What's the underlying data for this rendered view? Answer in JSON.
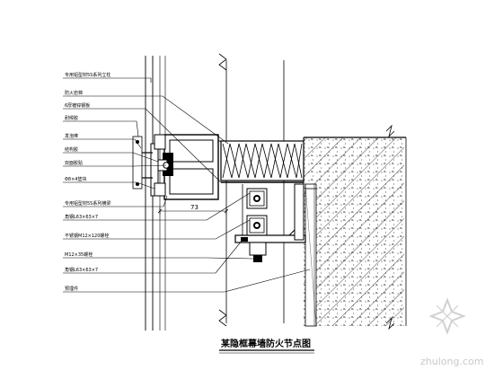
{
  "title": "某隐框幕墙防火节点图",
  "dimension": "73",
  "watermark": "zhulong.com",
  "labels": [
    "专用铝型材5S系列立柱",
    "防火岩棉",
    "6厚镀锌钢板",
    "耐候胶",
    "发泡棒",
    "结构胶",
    "双面胶贴",
    "Φ8×4垫块",
    "专用铝型材5S系列横梁",
    "角钢L63×63×7",
    "不锈钢M12×120螺栓",
    "M12×35螺栓",
    "角钢L63×63×7",
    "预埋件"
  ]
}
